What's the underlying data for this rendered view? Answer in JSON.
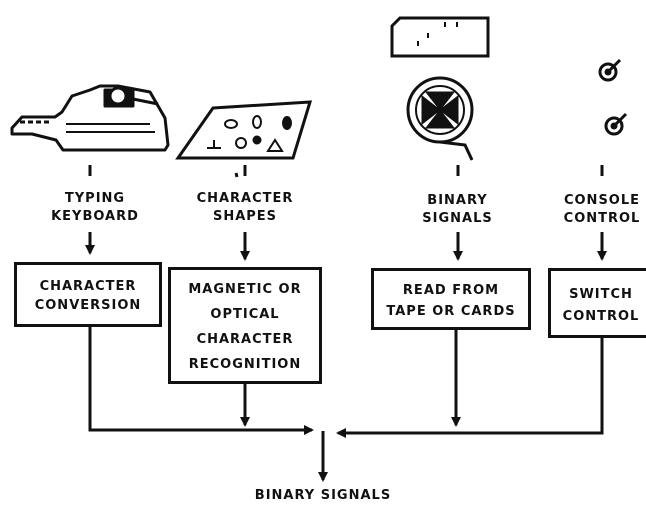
{
  "inputs": {
    "typing_keyboard": [
      "TYPING",
      "KEYBOARD"
    ],
    "character_shapes": [
      "CHARACTER",
      "SHAPES"
    ],
    "binary_signals": [
      "BINARY",
      "SIGNALS"
    ],
    "console_control": [
      "CONSOLE",
      "CONTROL"
    ]
  },
  "boxes": {
    "character_conversion": [
      "CHARACTER",
      "CONVERSION"
    ],
    "recognition": [
      "MAGNETIC OR",
      "OPTICAL",
      "CHARACTER",
      "RECOGNITION"
    ],
    "read_tape": [
      "READ FROM",
      "TAPE OR CARDS"
    ],
    "switch_control": [
      "SWITCH",
      "CONTROL"
    ]
  },
  "output": {
    "label": "BINARY SIGNALS"
  },
  "colors": {
    "ink": "#111111",
    "paper": "#ffffff"
  },
  "icons": [
    "typewriter-icon",
    "character-shapes-card-icon",
    "punched-card-icon",
    "tape-reel-icon",
    "console-switch-icon"
  ]
}
